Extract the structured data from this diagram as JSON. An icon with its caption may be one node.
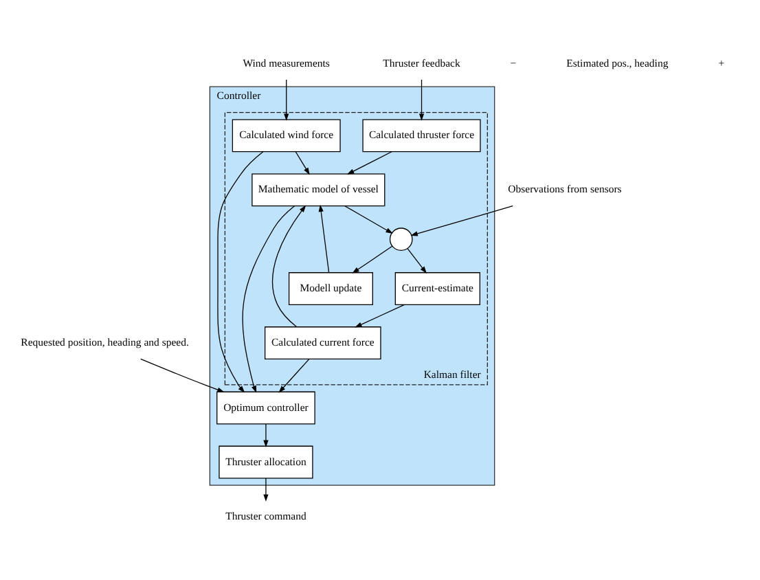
{
  "diagram": {
    "nodes": [
      {
        "text": [
          "Controller"
        ]
      },
      {
        "text": [
          "Kalman filter"
        ],
        "in": 0
      },
      {
        "text": [
          "Thruster allocation"
        ],
        "in": 0
      },
      {
        "text": [
          "Optimum controller"
        ],
        "in": 0
      },
      {
        "text": [
          "Calculated wind force"
        ],
        "in": 1
      },
      {
        "text": [
          "Calculated thruster force"
        ],
        "in": 1
      },
      {
        "text": [
          "Mathematic model of vessel"
        ],
        "in": 1
      },
      {
        "text": [],
        "shape": "circle",
        "in": 1
      },
      {
        "text": [
          "Modell update"
        ],
        "in": 1
      },
      {
        "text": [
          "Calculated current force"
        ],
        "in": 1
      },
      {
        "text": [
          "Current-estimate"
        ],
        "in": 1
      },
      {
        "text": [
          "Wind measurements"
        ]
      },
      {
        "text": [
          "Thruster feedback"
        ]
      },
      {
        "text": [
          "Requested position, heading and speed."
        ]
      },
      {
        "text": [
          "Observations from sensors"
        ]
      },
      {
        "text": [
          "Thruster command"
        ]
      }
    ],
    "edges": [
      {
        "from": 2,
        "to": 15,
        "arrow": "to"
      },
      {
        "from": 3,
        "to": 2,
        "arrow": "to"
      },
      {
        "from": 13,
        "to": 3,
        "arrow": "to"
      },
      {
        "from": 11,
        "to": 4,
        "arrow": "to"
      },
      {
        "from": 12,
        "to": 5,
        "arrow": "to"
      },
      {
        "from": 4,
        "to": 3,
        "arrow": "to"
      },
      {
        "from": 4,
        "to": 6,
        "arrow": "to"
      },
      {
        "from": 9,
        "to": 3,
        "arrow": "to"
      },
      {
        "from": 9,
        "to": 6,
        "arrow": "to"
      },
      {
        "from": 5,
        "to": 6,
        "arrow": "to"
      },
      {
        "from": 6,
        "to": 3,
        "arrow": "to"
      },
      {
        "from": 6,
        "to": 7,
        "arrow": "to"
      },
      {
        "from": 14,
        "to": 7,
        "arrow": "to"
      },
      {
        "from": 7,
        "to": 8,
        "arrow": "to"
      },
      {
        "from": 7,
        "to": 10,
        "arrow": "to"
      },
      {
        "from": 8,
        "to": 6,
        "arrow": "to"
      },
      {
        "from": 10,
        "to": 9,
        "arrow": "to"
      }
    ],
    "labels": [
      "−",
      "Estimated pos., heading",
      "+"
    ]
  }
}
